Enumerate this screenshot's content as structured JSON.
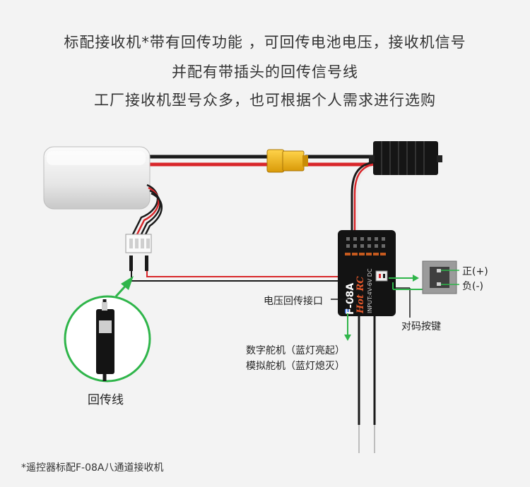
{
  "headings": [
    "标配接收机*带有回传功能 ，可回传电池电压，接收机信号",
    "并配有带插头的回传信号线",
    "工厂接收机型号众多，也可根据个人需求进行选购"
  ],
  "labels": {
    "voltage_port": "电压回传接口",
    "bind_button": "对码按键",
    "positive": "正(+)",
    "negative": "负(-)",
    "digital_servo": "数字舵机（蓝灯亮起）",
    "analog_servo": "模拟舵机（蓝灯熄灭）",
    "telemetry_wire": "回传线"
  },
  "receiver": {
    "model": "F-08A",
    "brand": "Hot RC",
    "input_rating": "INPUT:4V-6V DC"
  },
  "footnote": "*遥控器标配F-08A八通道接收机",
  "colors": {
    "arrow_green": "#2fb54a",
    "wire_red": "#d8262a",
    "wire_black": "#1a1a1a",
    "xt60_yellow": "#f2b314"
  }
}
